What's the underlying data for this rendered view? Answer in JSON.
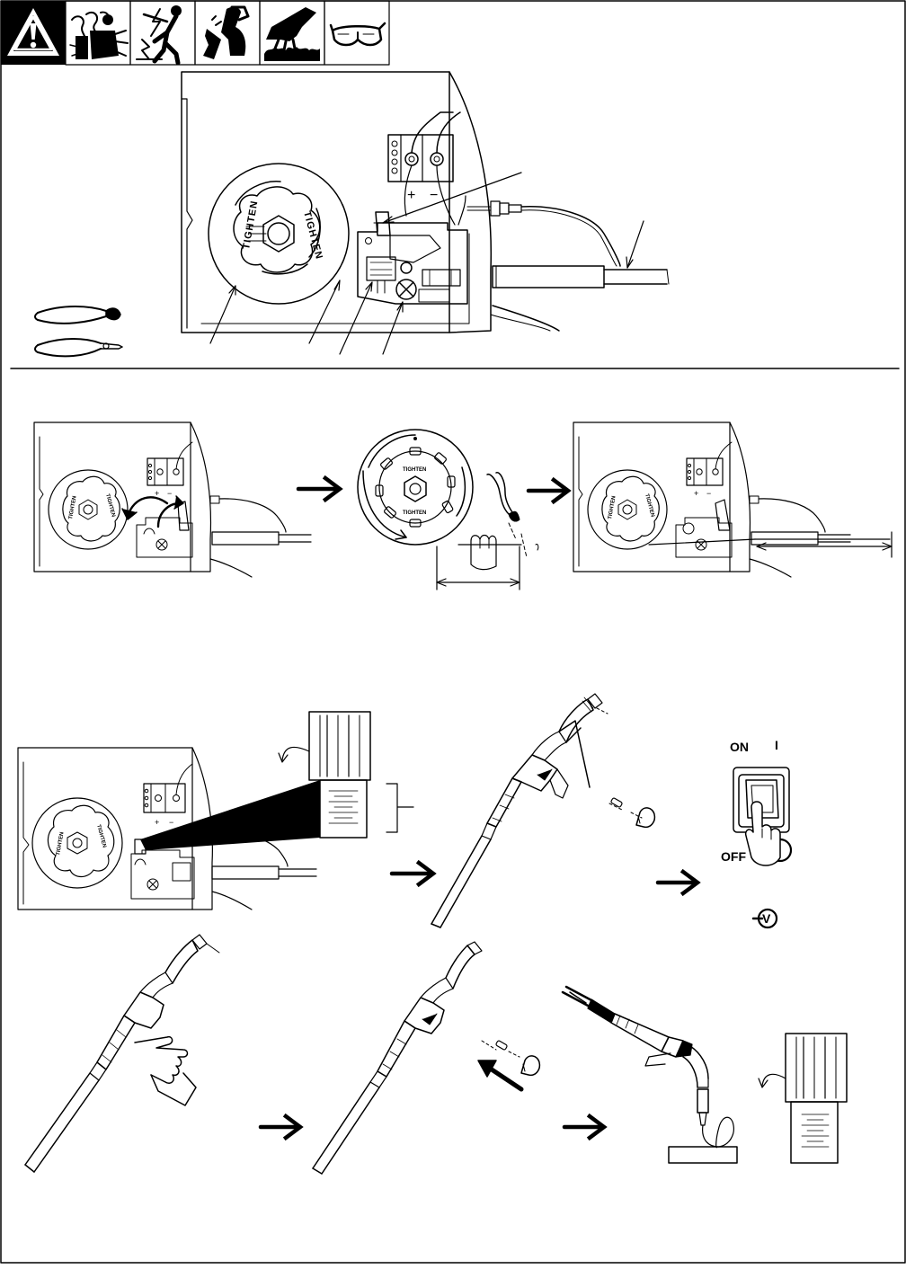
{
  "wire_spool": {
    "hub_label": "TIGHTEN"
  },
  "polarity": {
    "positive": "+",
    "negative": "−"
  },
  "power_switch": {
    "on_label": "ON",
    "on_symbol": "I",
    "off_label": "OFF",
    "off_symbol": "O",
    "voltage_symbol": "V"
  },
  "icons": [
    "warning-triangle-icon",
    "welding-fumes-icon",
    "electric-shock-icon",
    "pinch-point-icon",
    "hot-parts-icon",
    "safety-glasses-icon",
    "wire-cutter-icon",
    "needle-nose-pliers-icon",
    "arrow-right-icon"
  ]
}
